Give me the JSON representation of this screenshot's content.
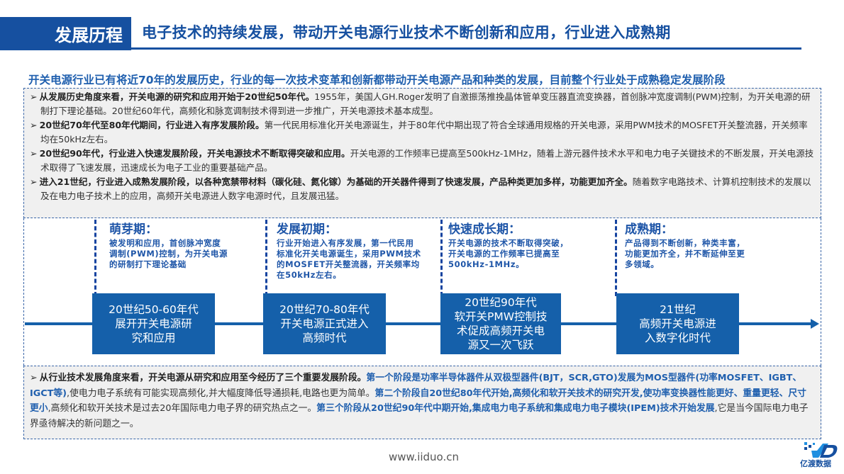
{
  "header": {
    "tag": "发展历程",
    "title": "电子技术的持续发展，带动开关电源行业技术不断创新和应用，行业进入成熟期"
  },
  "subtitle": "开关电源行业已有将近70年的发展历史，行业的每一次技术变革和创新都带动开关电源产品和种类的发展，目前整个行业处于成熟稳定发展阶段",
  "bullets": [
    {
      "marker": "➢",
      "bold": "从发展历史角度来看，开关电源的研究和应用开始于20世纪50年代。",
      "text": "1955年，美国人GH.Roger发明了自激振荡推挽晶体管单变压器直流变换器，首创脉冲宽度调制(PWM)控制，为开关电源的研制打下理论基础。20世纪60年代，高频化和脉宽调制技术得到进一步推广，开关电源技术基本成型。"
    },
    {
      "marker": "➢",
      "bold": "20世纪70年代至80年代期间，行业进入有序发展阶段。",
      "text": "第一代民用标准化开关电源诞生，并于80年代中期出现了符合全球通用规格的开关电源，采用PWM技术的MOSFET开关整流器，开关频率均在50kHz左右。"
    },
    {
      "marker": "➢",
      "bold": "20世纪90年代，行业进入快速发展阶段，开关电源技术不断取得突破和应用。",
      "text": "开关电源的工作频率已提高至500kHz-1MHz，随着上游元器件技术水平和电力电子关键技术的不断发展，开关电源技术取得了飞速发展，迅速成长为电子工业的重要基础产品。"
    },
    {
      "marker": "➢",
      "bold": "进入21世纪，行业进入成熟发展阶段，以各种宽禁带材料（碳化硅、氮化镓）为基础的开关器件得到了快速发展，产品种类更加多样，功能更加齐全。",
      "text": "随着数字电路技术、计算机控制技术的发展以及在电力电子技术上的应用，高频开关电源进人数字电源时代，且发展迅猛。"
    }
  ],
  "stages": [
    {
      "title": "萌芽期：",
      "desc": [
        "被发明和应用，首创脉冲宽度",
        "调制(PWM)控制，为开关电源",
        "的研制打下理论基础"
      ]
    },
    {
      "title": "发展初期：",
      "desc": [
        "行业开始进入有序发展，第一代民用",
        "标准化开关电源诞生，采用PWM技术",
        "的MOSFET开关整流器，开关频率均",
        "在50kHz左右。"
      ]
    },
    {
      "title": "快速成长期：",
      "desc": [
        "开关电源的技术不断取得突破，",
        "开关电源的工作频率已提高至",
        "500kHz-1MHz。"
      ]
    },
    {
      "title": "成熟期：",
      "desc": [
        "产品得到不断创新，种类丰富，",
        "功能更加齐全，并不断延伸至更",
        "多领域。"
      ]
    }
  ],
  "eras": [
    {
      "lines": [
        "20世纪50-60年代",
        "展开开关电源研",
        "究和应用"
      ]
    },
    {
      "lines": [
        "20世纪70-80年代",
        "开关电源正式进入",
        "高频时代"
      ]
    },
    {
      "lines": [
        "20世纪90年代",
        "软开关PMW控制技",
        "术促成高频开关电",
        "源又一次飞跃"
      ]
    },
    {
      "lines": [
        "21世纪",
        "高频开关电源进",
        "入数字化时代"
      ]
    }
  ],
  "summary": {
    "marker": "➢",
    "bold": "从行业技术发展角度来看，开关电源从研究和应用至今经历了三个重要发展阶段。",
    "hl1": "第一个阶段是功率半导体器件从双极型器件(BJT，SCR,GTO)发展为MOS型器件(功率MOSFET、IGBT、IGCT等)",
    "t1": ",使电力电子系统有可能实现高频化,并大幅度降低导通损耗,电路也更为简单。",
    "hl2": "第二个阶段自20世纪80年代开始,高频化和软开关技术的研究开发,使功率变换器性能更好、重量更轻、尺寸更小",
    "t2": ",高频化和软开关技术是过去20年国际电力电子界的研究热点之一。",
    "hl3": "第三个阶段从20世纪90年代中期开始,集成电力电子系统和集成电力电子模块(IPEM)技术开始发展",
    "t3": ",它是当今国际电力电子界亟待解决的新问题之一。"
  },
  "footer": {
    "url": "www.iiduo.cn",
    "logo_text": "亿渡数据"
  },
  "colors": {
    "brand_blue": "#1650a0",
    "box_blue": "#1560aa",
    "panel_gray": "#f0f0f0"
  }
}
